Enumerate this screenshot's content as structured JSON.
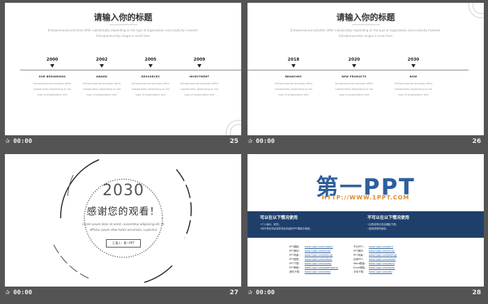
{
  "slides": [
    {
      "title": "请输入你的标题",
      "subtitle": "Entrepreneurial activities differ substantially depending on the type of organization and creativity involved. Entrepreneurship ranges in scale from",
      "timeline": [
        {
          "year": "2000",
          "label": "OUR BEGINNINGS",
          "desc": "Entrepreneurial activities differ substantially depending on the type of organization and"
        },
        {
          "year": "2002",
          "label": "AWARD",
          "desc": "Entrepreneurial activities differ substantially depending on the type of organization and"
        },
        {
          "year": "2005",
          "label": "RESOURCES",
          "desc": "Entrepreneurial activities differ substantially depending on the type of organization and"
        },
        {
          "year": "2009",
          "label": "INVESTMENT",
          "desc": "Entrepreneurial activities differ substantially depending on the type of organization and"
        }
      ],
      "time": "00:00",
      "number": "25"
    },
    {
      "title": "请输入你的标题",
      "subtitle": "Entrepreneurial activities differ substantially depending on the type of organization and creativity involved. Entrepreneurship ranges in scale from",
      "timeline": [
        {
          "year": "2018",
          "label": "BRANCHES",
          "desc": "Entrepreneurial activities differ substantially depending on the type of organization and"
        },
        {
          "year": "2020",
          "label": "NEW PRODUCTS",
          "desc": "Entrepreneurial activities differ substantially depending on the type of organization and"
        },
        {
          "year": "2030",
          "label": "NOW",
          "desc": "Entrepreneurial activities differ substantially depending on the type of organization and"
        }
      ],
      "time": "00:00",
      "number": "26"
    },
    {
      "year": "2030",
      "thanks": "感谢您的观看！",
      "desc": "Lorem ipsum dolor sit amet, consectetur adipiscing elit. Ut efficitur ipsum vitae tortor accumsan, a pulvinar",
      "button": "汇报人：第一PPT",
      "time": "00:00",
      "number": "27"
    },
    {
      "logo": "第一PPT",
      "url": "HTTP://WWW.1PPT.COM",
      "can_use_title": "可以在以下情况使用",
      "can_use_lines": [
        "•个人演示、研究。",
        "•用于商业场合或非商业用途的PPT模板中使用。"
      ],
      "cannot_use_title": "不可以在以下情况使用",
      "cannot_use_lines": [
        "•出售或再分发此模板下载。",
        "•盗用或修改版权。"
      ],
      "left_links": [
        {
          "k": "PPT模板：",
          "v": "www.1ppt.com/moban/"
        },
        {
          "k": "PPT素材：",
          "v": "www.1ppt.com/sucai/"
        },
        {
          "k": "PPT背景：",
          "v": "www.1ppt.com/beijing/"
        },
        {
          "k": "PPT图表：",
          "v": "www.1ppt.com/tubiao/"
        },
        {
          "k": "PPT下载：",
          "v": "www.1ppt.com/xiazai/"
        },
        {
          "k": "PPT教程：",
          "v": "www.1ppt.com/powerpoint/"
        },
        {
          "k": "资料下载：",
          "v": "www.1ppt.com/ziliao/"
        }
      ],
      "right_links": [
        {
          "k": "节日PPT：",
          "v": "www.1ppt.com/jieri/"
        },
        {
          "k": "PPT素材：",
          "v": "www.1ppt.com/sucai/"
        },
        {
          "k": "PPT背景：",
          "v": "www.1ppt.com/beijing/"
        },
        {
          "k": "优秀PPT：",
          "v": "www.1ppt.com/xiazai/"
        },
        {
          "k": "Word模板：",
          "v": "www.1ppt.com/word/"
        },
        {
          "k": "Excel模板：",
          "v": "www.1ppt.com/excel/"
        },
        {
          "k": "字体下载：",
          "v": "www.1ppt.com/ziti/"
        }
      ],
      "time": "00:00",
      "number": "28"
    }
  ]
}
